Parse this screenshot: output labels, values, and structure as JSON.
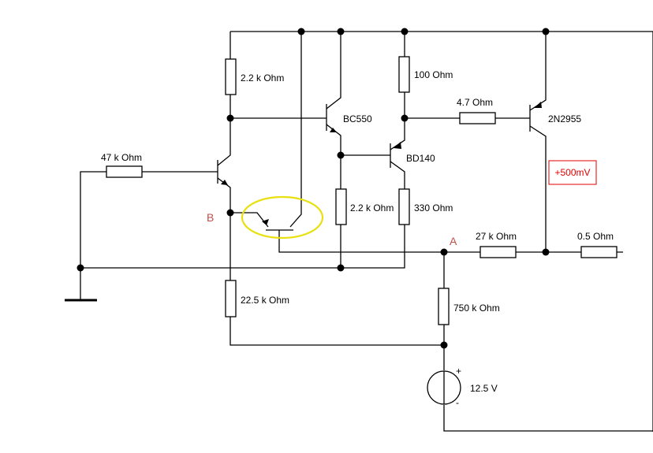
{
  "components": {
    "r_top_left": "2.2 k Ohm",
    "r_100": "100  Ohm",
    "r_4_7": "4.7  Ohm",
    "r_47k": "47 k Ohm",
    "r_mid": "2.2 k Ohm",
    "r_330": "330  Ohm",
    "r_27k": "27 k Ohm",
    "r_0_5": "0.5  Ohm",
    "r_22_5k": "22.5 k Ohm",
    "r_750k": "750 k Ohm",
    "q_bc550": "BC550",
    "q_bd140": "BD140",
    "q_2n2955": "2N2955",
    "source": "12.5 V",
    "source_plus": "+",
    "source_minus": "-"
  },
  "nodes": {
    "a": "A",
    "b": "B"
  },
  "annotation": {
    "voltage": "+500mV",
    "voltage_color": "#e00000",
    "highlight_color": "#e8e010",
    "node_label_color": "#c0504d"
  }
}
